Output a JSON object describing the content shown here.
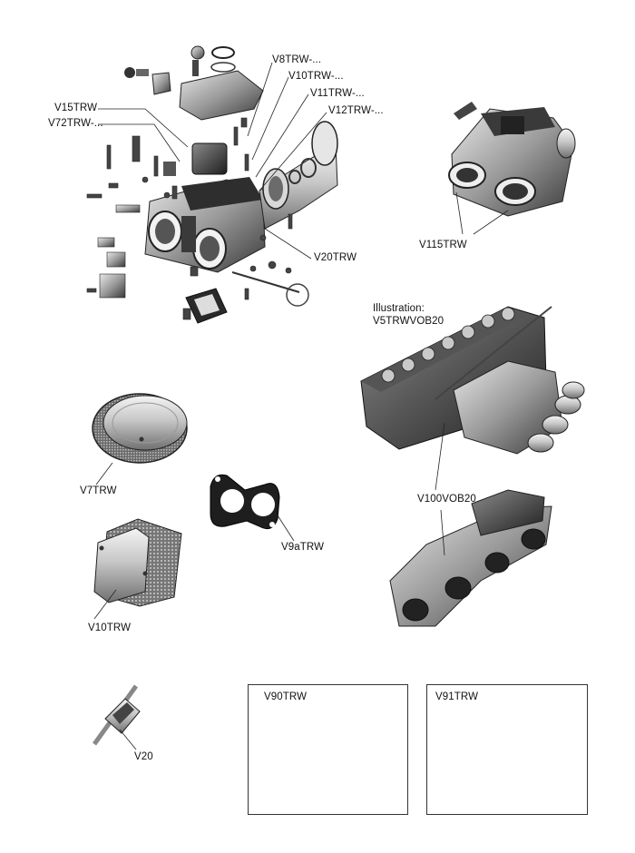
{
  "labels": {
    "v8": "V8TRW-...",
    "v10_top": "V10TRW-...",
    "v11": "V11TRW-...",
    "v12": "V12TRW-...",
    "v15": "V15TRW",
    "v72": "V72TRW-...",
    "v20trw": "V20TRW",
    "v115": "V115TRW",
    "illus_caption": "Illustration:",
    "illus_part": "V5TRWVOB20",
    "v7": "V7TRW",
    "v9a": "V9aTRW",
    "v10": "V10TRW",
    "v100": "V100VOB20",
    "v20": "V20",
    "v90": "V90TRW",
    "v91": "V91TRW"
  }
}
